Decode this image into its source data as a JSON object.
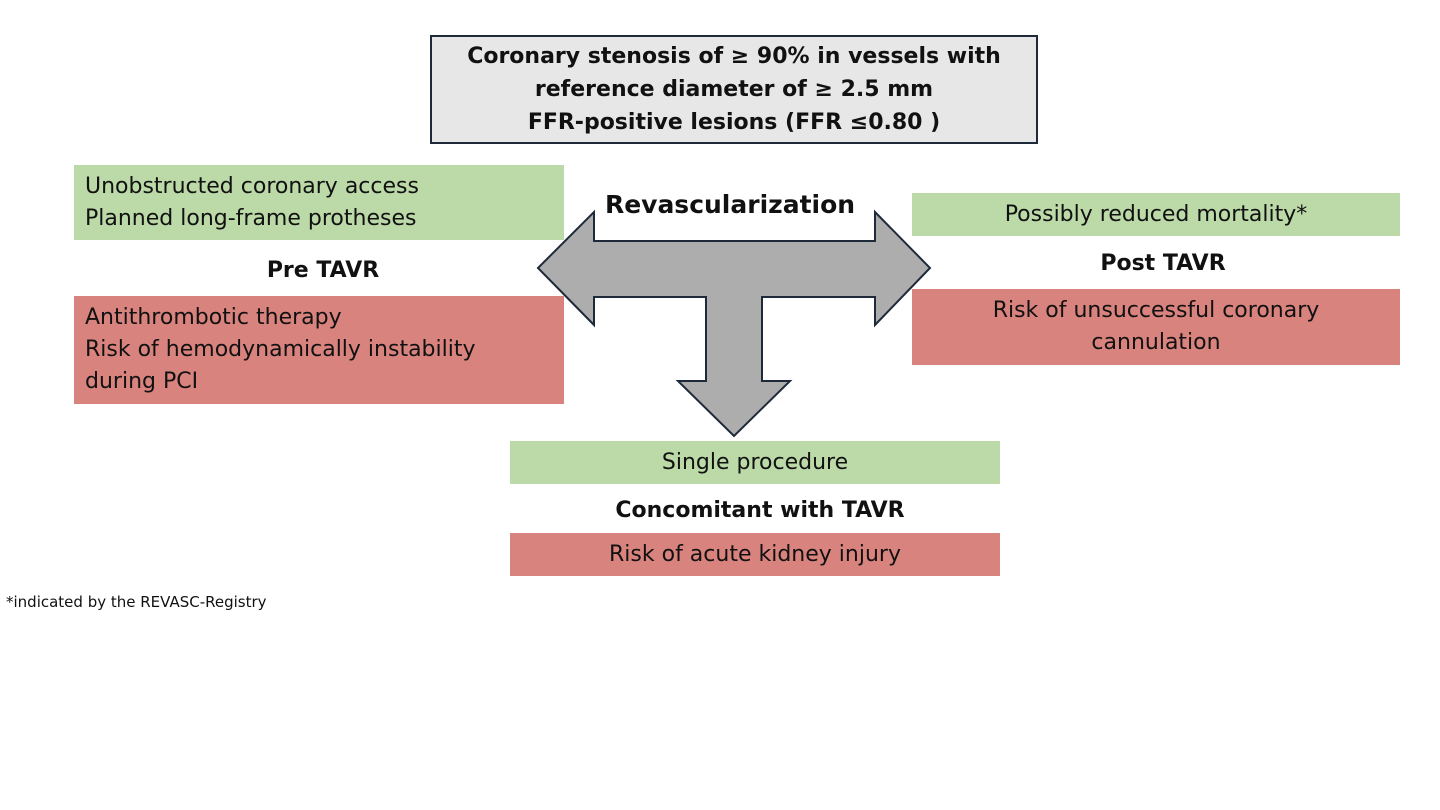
{
  "criteria": {
    "lines": [
      "Coronary stenosis of ≥ 90% in vessels with",
      "reference diameter of ≥ 2.5 mm",
      "FFR-positive lesions (FFR ≤0.80 )"
    ]
  },
  "center": {
    "title": "Revascularization",
    "arrow_icon": "three-way-t-arrow",
    "arrow_fill": "#adadad",
    "arrow_stroke": "#1e2a3a"
  },
  "colors": {
    "advantage": "#bcd9a8",
    "disadvantage": "#d9837e",
    "criteria_bg": "#e7e7e7"
  },
  "pre_tavr": {
    "label": "Pre TAVR",
    "advantages": [
      "Unobstructed coronary access",
      "Planned long-frame protheses"
    ],
    "disadvantages": [
      "Antithrombotic therapy",
      "Risk of hemodynamically instability",
      "during PCI"
    ]
  },
  "post_tavr": {
    "label": "Post TAVR",
    "advantages": [
      "Possibly reduced mortality*"
    ],
    "disadvantages": [
      "Risk of unsuccessful coronary",
      "cannulation"
    ]
  },
  "concomitant": {
    "label": "Concomitant with TAVR",
    "advantages": [
      "Single procedure"
    ],
    "disadvantages": [
      "Risk of acute kidney injury"
    ]
  },
  "footnote": "*indicated by the REVASC-Registry"
}
